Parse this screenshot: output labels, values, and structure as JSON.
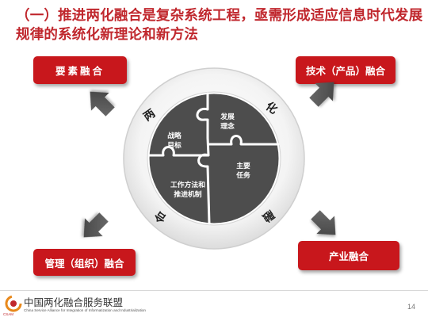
{
  "title": {
    "line1": "（一）推进两化融合是复杂系统工程，亟需形成适应信息时代发展",
    "line2": "规律的系统化新理论和新方法"
  },
  "boxes": {
    "top_left": "要素融合",
    "top_right": "技术（产品）融合",
    "bottom_left": "管理（组织）融合",
    "bottom_right": "产业融合"
  },
  "ring_chars": {
    "left": "两",
    "right": "化",
    "bottom_left": "合",
    "bottom_right": "融"
  },
  "puzzle": {
    "top_left": [
      "战略",
      "目标"
    ],
    "top_right": [
      "发展",
      "理念"
    ],
    "right": [
      "主要",
      "任务"
    ],
    "bottom": [
      "工作方法和",
      "推进机制"
    ]
  },
  "footer": {
    "name": "中国两化融合服务联盟",
    "english": "China Service Alliance for Integration of Informatization and Industrialization",
    "logo_text": "CSAM",
    "page": "14"
  },
  "colors": {
    "accent": "#c8171c",
    "title": "#c0272d",
    "puzzle": "#4a4a4a",
    "arrow": "#5a5a5a"
  }
}
